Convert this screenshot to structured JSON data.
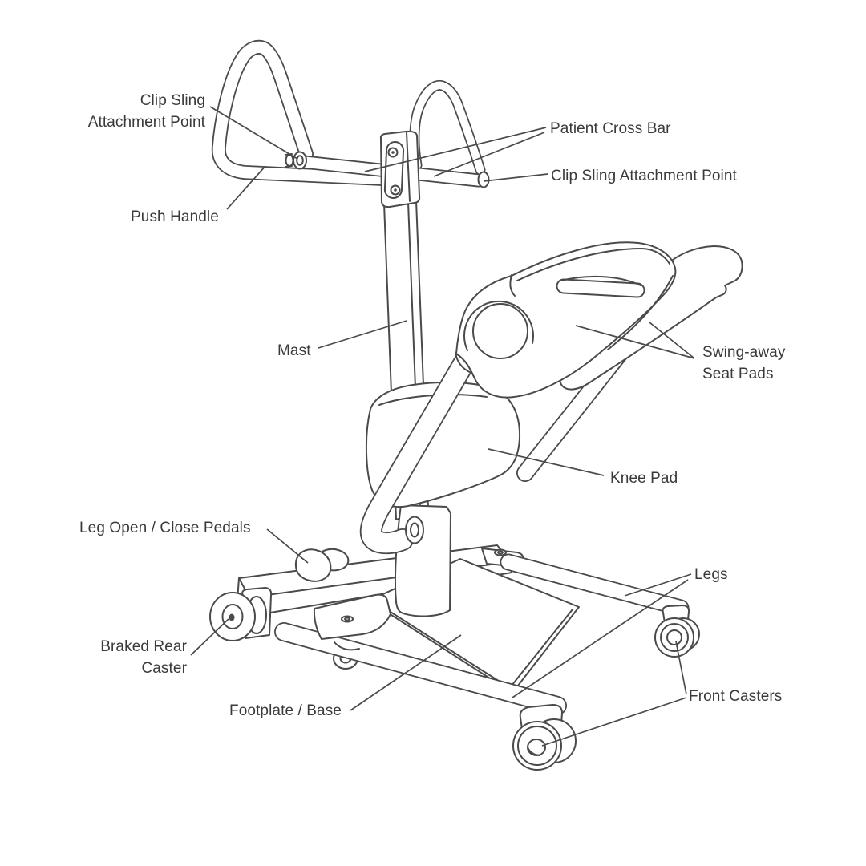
{
  "page": {
    "background": "#ffffff"
  },
  "diagram": {
    "subject": "labeled parts line drawing",
    "colors": {
      "line": "#4a4a4a",
      "text": "#3a3a3a"
    },
    "labels": {
      "clip_sling_left": "Clip Sling\nAttachment Point",
      "push_handle": "Push Handle",
      "patient_cross_bar": "Patient Cross Bar",
      "clip_sling_right": "Clip Sling Attachment Point",
      "mast": "Mast",
      "swing_away_seat_pads": "Swing-away\nSeat Pads",
      "knee_pad": "Knee Pad",
      "leg_open_close_pedals": "Leg Open / Close Pedals",
      "braked_rear_caster": "Braked Rear\nCaster",
      "footplate_base": "Footplate / Base",
      "legs": "Legs",
      "front_casters": "Front Casters"
    }
  }
}
